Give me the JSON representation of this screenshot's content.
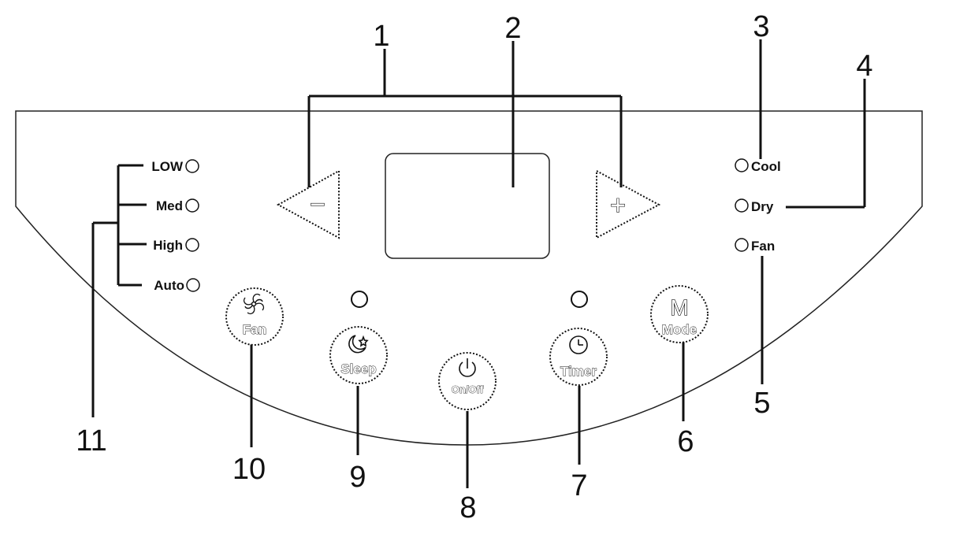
{
  "speed_indicators": [
    "LOW",
    "Med",
    "High",
    "Auto"
  ],
  "mode_indicators": [
    "Cool",
    "Dry",
    "Fan"
  ],
  "buttons": {
    "fan": "Fan",
    "sleep": "Sleep",
    "on_off": "On/Off",
    "timer": "Timer",
    "mode": "Mode",
    "minus": "−",
    "plus": "+",
    "mode_icon": "M"
  },
  "callouts": [
    "1",
    "2",
    "3",
    "4",
    "5",
    "6",
    "7",
    "8",
    "9",
    "10",
    "11"
  ],
  "icons": {
    "fan": "fan-icon",
    "sleep": "moon-star-icon",
    "on_off": "power-icon",
    "timer": "clock-icon",
    "mode": "m-icon"
  }
}
